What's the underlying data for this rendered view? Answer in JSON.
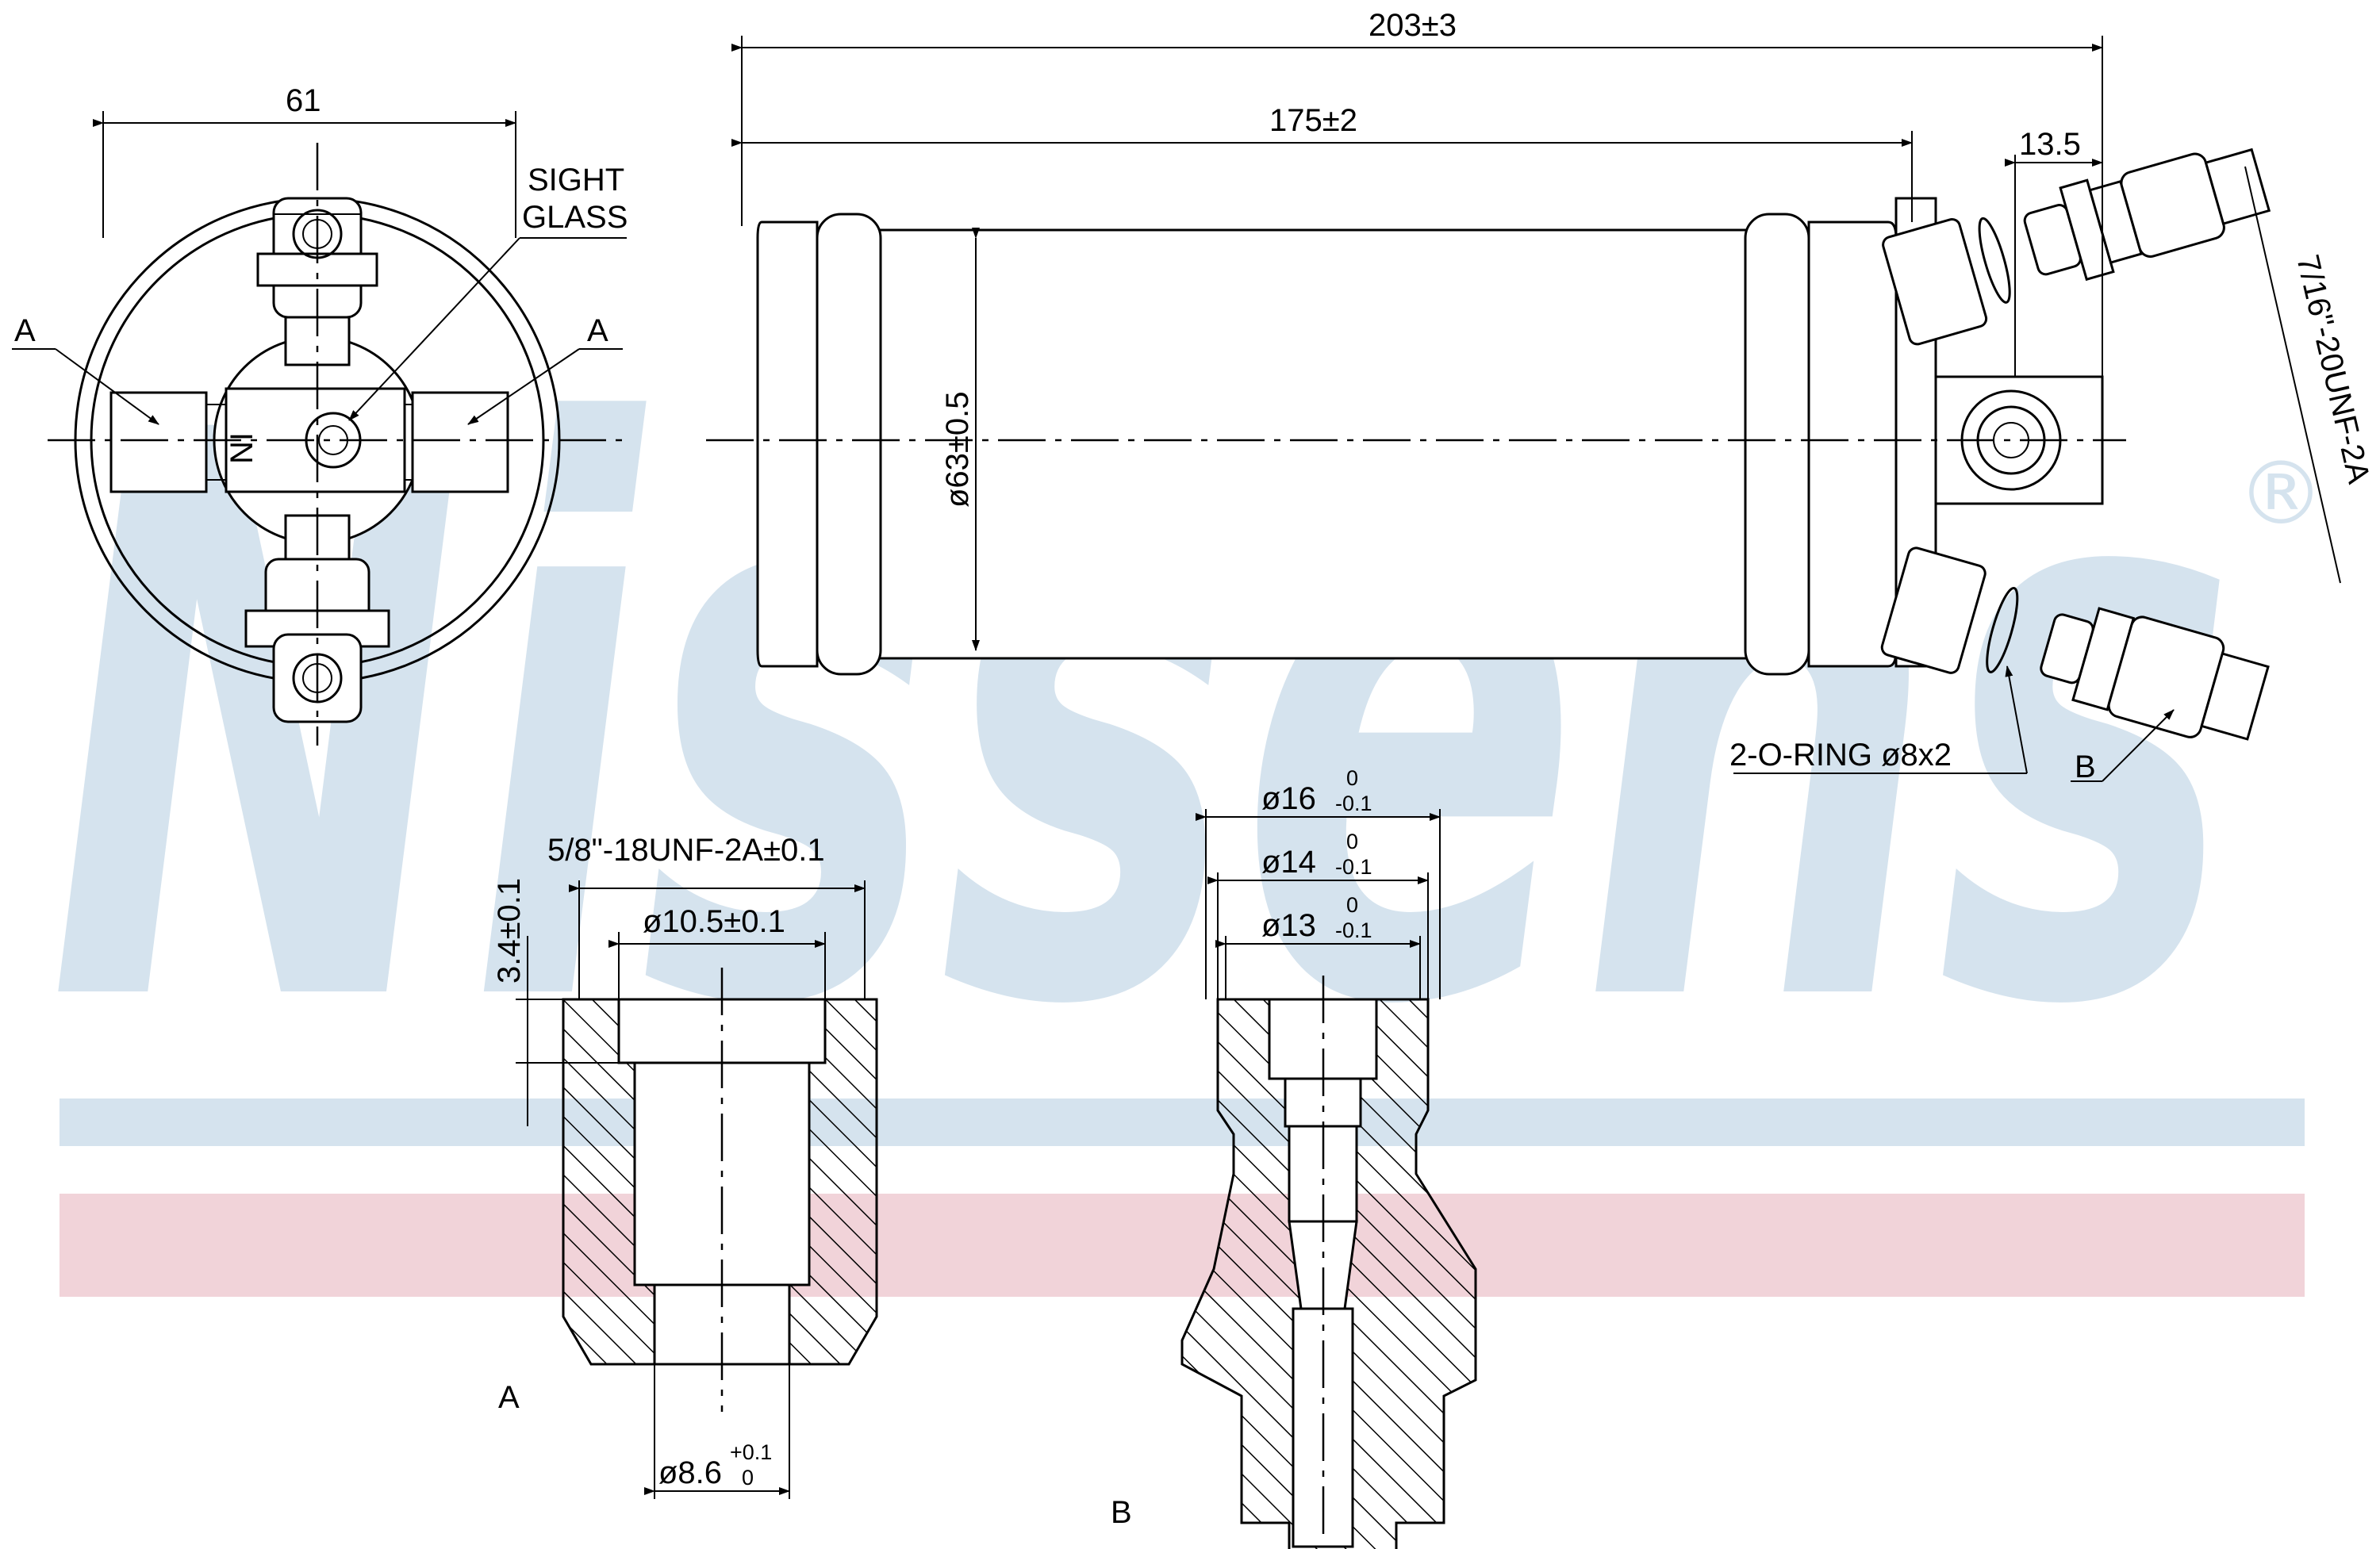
{
  "brand": {
    "watermark": "Nissens",
    "registered_mark": "®",
    "band_top_color": "#d5e3ee",
    "band_bottom_color": "#f1d3d9",
    "watermark_color": "#d5e3ee"
  },
  "labels": {
    "sight_glass_line1": "SIGHT",
    "sight_glass_line2": "GLASS",
    "section_a_left": "A",
    "section_a_right": "A",
    "section_b": "B",
    "view_a": "A",
    "view_b": "B",
    "ni_mark": "NI"
  },
  "dimensions": {
    "width_61": "61",
    "overall_203": "203±3",
    "body_175": "175±2",
    "offset_13_5": "13.5",
    "thread_7_16": "7/16\"-20UNF-2A",
    "diameter_63": "ø63±0.5",
    "oring": "2-O-RING ø8x2",
    "thread_5_8": "5/8\"-18UNF-2A±0.1",
    "bore_10_5": "ø10.5±0.1",
    "depth_3_4": "3.4±0.1",
    "bore_8_6_base": "ø8.6",
    "bore_8_6_tol_up": "+0.1",
    "bore_8_6_tol_dn": "0",
    "d16_base": "ø16",
    "d14_base": "ø14",
    "d13_base": "ø13",
    "tol_up": "0",
    "tol_dn": "-0.1"
  }
}
